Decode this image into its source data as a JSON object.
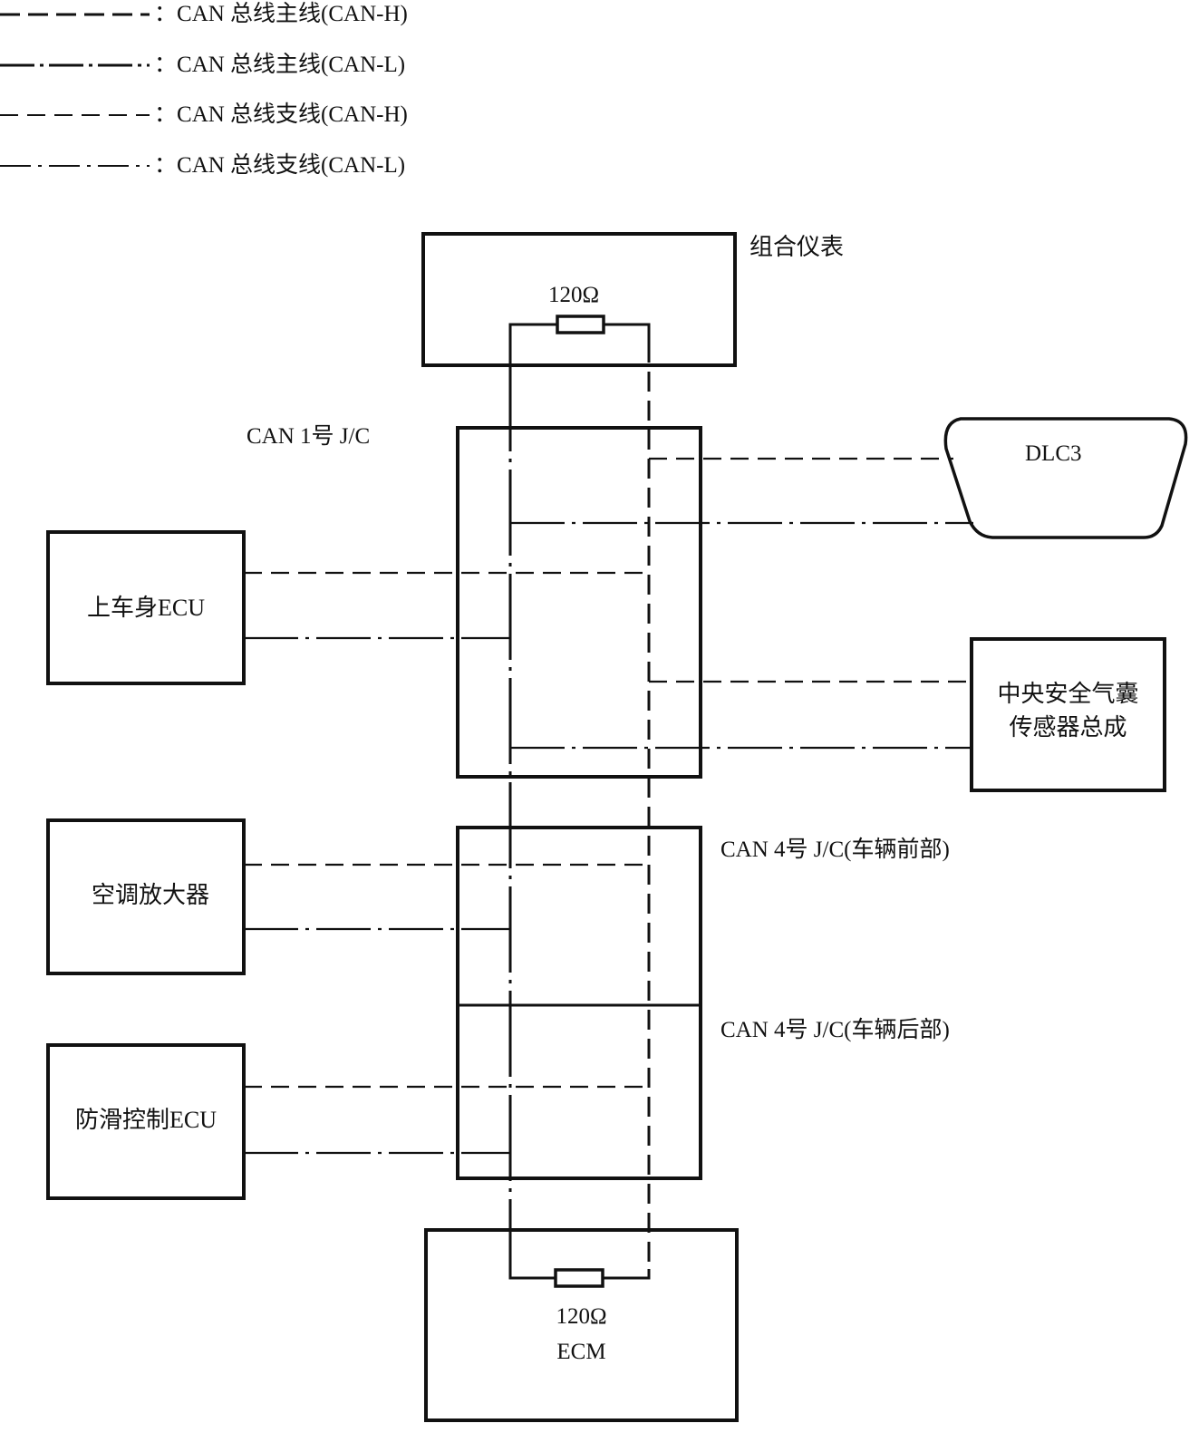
{
  "legend": [
    {
      "style": "main-H",
      "text": "CAN 总线主线(CAN-H)"
    },
    {
      "style": "main-L",
      "text": "CAN 总线主线(CAN-L)"
    },
    {
      "style": "branch-H",
      "text": "CAN 总线支线(CAN-H)"
    },
    {
      "style": "branch-L",
      "text": "CAN 总线支线(CAN-L)"
    }
  ],
  "legend_separator": "：",
  "nodes": {
    "combination_meter": {
      "label": "组合仪表",
      "resistor": "120Ω"
    },
    "can1_jc": {
      "label": "CAN 1号 J/C"
    },
    "dlc3": {
      "label": "DLC3"
    },
    "upper_body_ecu": {
      "label": "上车身ECU"
    },
    "airbag_sensor": {
      "label_line1": "中央安全气囊",
      "label_line2": "传感器总成"
    },
    "can4_jc_front": {
      "label": "CAN 4号 J/C(车辆前部)"
    },
    "can4_jc_rear": {
      "label": "CAN 4号 J/C(车辆后部)"
    },
    "ac_amplifier": {
      "label": "空调放大器"
    },
    "skid_control_ecu": {
      "label": "防滑控制ECU"
    },
    "ecm": {
      "label": "ECM",
      "resistor": "120Ω"
    }
  },
  "colors": {
    "line": "#111111",
    "background": "#ffffff"
  }
}
